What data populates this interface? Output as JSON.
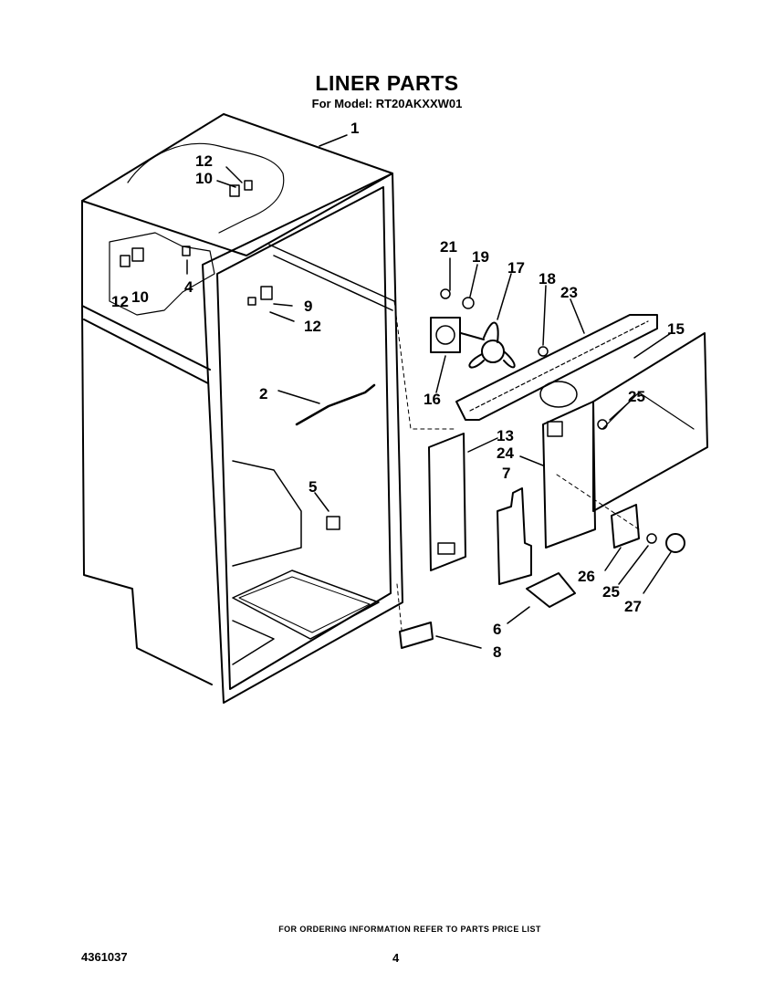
{
  "header": {
    "title": "LINER PARTS",
    "subtitle": "For Model: RT20AKXXW01"
  },
  "callouts": {
    "c1": "1",
    "c2": "2",
    "c4": "4",
    "c5": "5",
    "c6": "6",
    "c7": "7",
    "c8": "8",
    "c9": "9",
    "c10a": "10",
    "c10b": "10",
    "c12a": "12",
    "c12b": "12",
    "c12c": "12",
    "c13": "13",
    "c15": "15",
    "c16": "16",
    "c17": "17",
    "c18": "18",
    "c19": "19",
    "c21": "21",
    "c23": "23",
    "c24": "24",
    "c25a": "25",
    "c25b": "25",
    "c26": "26",
    "c27": "27"
  },
  "footer": {
    "note": "FOR ORDERING INFORMATION REFER TO PARTS PRICE LIST",
    "doc_number": "4361037",
    "page_number": "4"
  }
}
